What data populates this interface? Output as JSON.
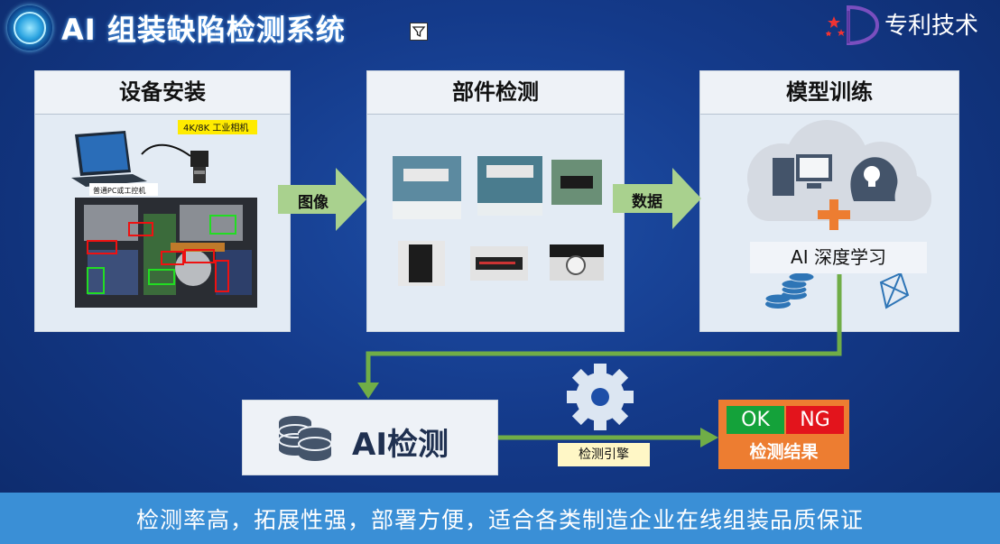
{
  "header": {
    "title": "AI 组装缺陷检测系统",
    "brand": "专利技术"
  },
  "panels": {
    "install": {
      "title": "设备安装",
      "camera_label": "4K/8K 工业相机",
      "pc_label": "普通PC或工控机"
    },
    "inspect": {
      "title": "部件检测"
    },
    "train": {
      "title": "模型训练",
      "deep_learning": "AI 深度学习"
    }
  },
  "flow": {
    "image_label": "图像",
    "data_label": "数据",
    "engine_label": "检测引擎"
  },
  "detect": {
    "label": "AI检测"
  },
  "result": {
    "ok": "OK",
    "ng": "NG",
    "label": "检测结果"
  },
  "footer": {
    "text": "检测率高，拓展性强，部署方便，适合各类制造企业在线组装品质保证"
  },
  "colors": {
    "arrow_green": "#a9d18e",
    "line_green": "#70ad47",
    "result_orange": "#ed7d31",
    "ok_green": "#14a23a",
    "ng_red": "#e3141c",
    "footer_blue": "#3a8fd6"
  }
}
